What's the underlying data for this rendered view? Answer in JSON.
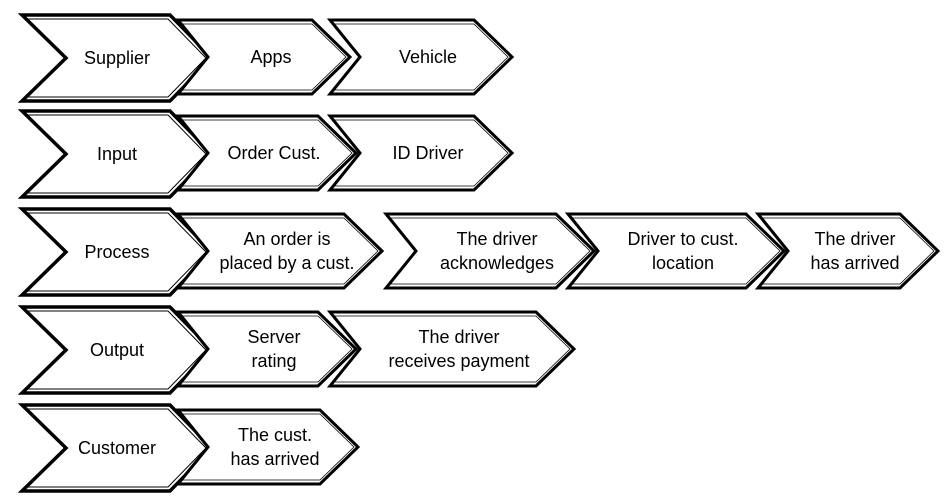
{
  "rows": [
    {
      "label": "Supplier",
      "steps": [
        [
          "Apps"
        ],
        [
          "Vehicle"
        ]
      ]
    },
    {
      "label": "Input",
      "steps": [
        [
          "Order Cust."
        ],
        [
          "ID Driver"
        ]
      ]
    },
    {
      "label": "Process",
      "steps": [
        [
          "An order is",
          "placed by a cust."
        ],
        [
          "The driver",
          "acknowledges"
        ],
        [
          "Driver to cust.",
          "location"
        ],
        [
          "The driver",
          "has arrived"
        ]
      ]
    },
    {
      "label": "Output",
      "steps": [
        [
          "Server",
          "rating"
        ],
        [
          "The driver",
          "receives payment"
        ]
      ]
    },
    {
      "label": "Customer",
      "steps": [
        [
          "The cust.",
          "has arrived"
        ]
      ]
    }
  ]
}
